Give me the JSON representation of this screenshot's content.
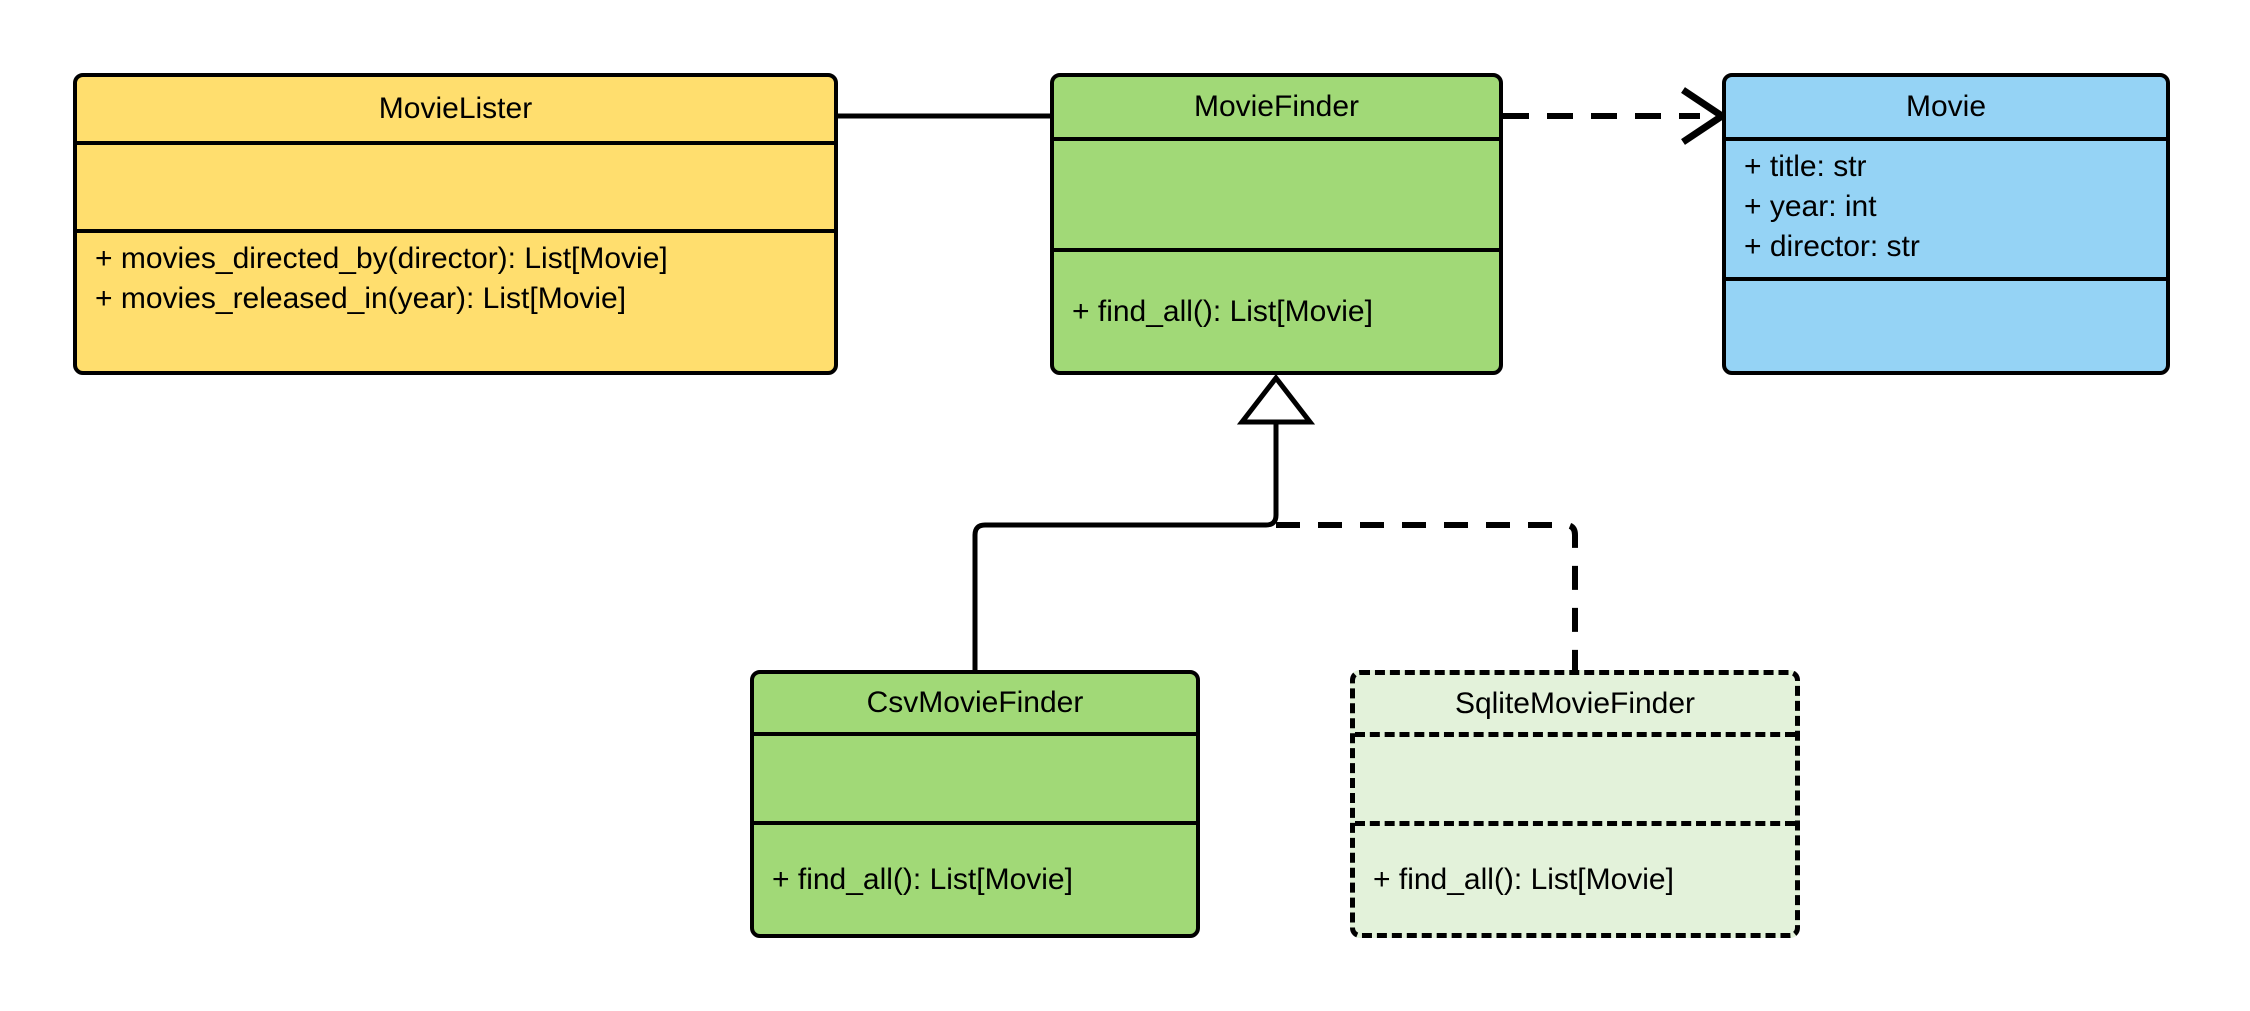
{
  "diagram": {
    "kind": "uml-class-diagram",
    "background": "#ffffff",
    "line_color": "#000000",
    "colors": {
      "yellow": "#ffde6e",
      "green": "#a1d977",
      "blue": "#95d3f5",
      "pale_green": "#e3f2da",
      "border": "#000000"
    }
  },
  "classes": {
    "movie_lister": {
      "name": "MovieLister",
      "fill": "#ffde6e",
      "style": "solid",
      "attributes": [],
      "methods": [
        "+ movies_directed_by(director): List[Movie]",
        "+ movies_released_in(year): List[Movie]"
      ]
    },
    "movie_finder": {
      "name": "MovieFinder",
      "fill": "#a1d977",
      "style": "solid",
      "attributes": [],
      "methods": [
        "+ find_all(): List[Movie]"
      ]
    },
    "movie": {
      "name": "Movie",
      "fill": "#95d3f5",
      "style": "solid",
      "attributes": [
        "+ title: str",
        "+ year: int",
        "+ director: str"
      ],
      "methods": []
    },
    "csv_movie_finder": {
      "name": "CsvMovieFinder",
      "fill": "#a1d977",
      "style": "solid",
      "attributes": [],
      "methods": [
        "+ find_all(): List[Movie]"
      ]
    },
    "sqlite_movie_finder": {
      "name": "SqliteMovieFinder",
      "fill": "#e3f2da",
      "style": "dashed",
      "attributes": [],
      "methods": [
        "+ find_all(): List[Movie]"
      ]
    }
  },
  "relations": [
    {
      "id": "aggregation-lister-finder",
      "type": "aggregation",
      "from": "MovieLister",
      "to": "MovieFinder",
      "line": "solid",
      "end_marker": "hollow-diamond"
    },
    {
      "id": "dependency-finder-movie",
      "type": "dependency",
      "from": "MovieFinder",
      "to": "Movie",
      "line": "dashed",
      "end_marker": "open-arrow"
    },
    {
      "id": "inheritance-csv-finder",
      "type": "inheritance",
      "from": "CsvMovieFinder",
      "to": "MovieFinder",
      "line": "solid",
      "end_marker": "hollow-triangle"
    },
    {
      "id": "inheritance-sqlite-finder",
      "type": "inheritance",
      "from": "SqliteMovieFinder",
      "to": "MovieFinder",
      "line": "dashed",
      "end_marker": "hollow-triangle"
    }
  ]
}
